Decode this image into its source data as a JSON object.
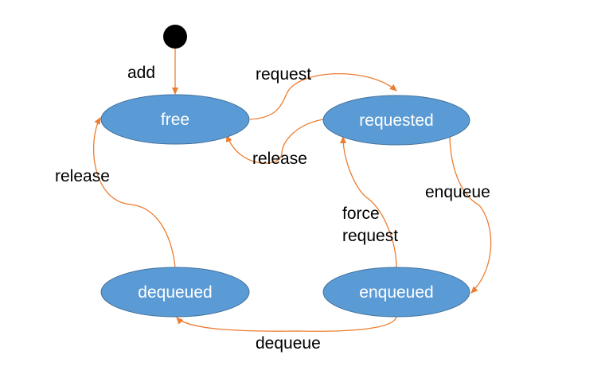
{
  "colors": {
    "state_fill": "#5b9bd5",
    "state_stroke": "#41719c",
    "edge": "#ed7d31",
    "initial": "#000000",
    "label_text": "#000000",
    "state_text": "#ffffff"
  },
  "states": {
    "free": "free",
    "requested": "requested",
    "dequeued": "dequeued",
    "enqueued": "enqueued"
  },
  "transitions": {
    "add": "add",
    "request": "request",
    "release_requested": "release",
    "release_dequeued": "release",
    "enqueue": "enqueue",
    "force_request_line1": "force",
    "force_request_line2": "request",
    "dequeue": "dequeue"
  }
}
